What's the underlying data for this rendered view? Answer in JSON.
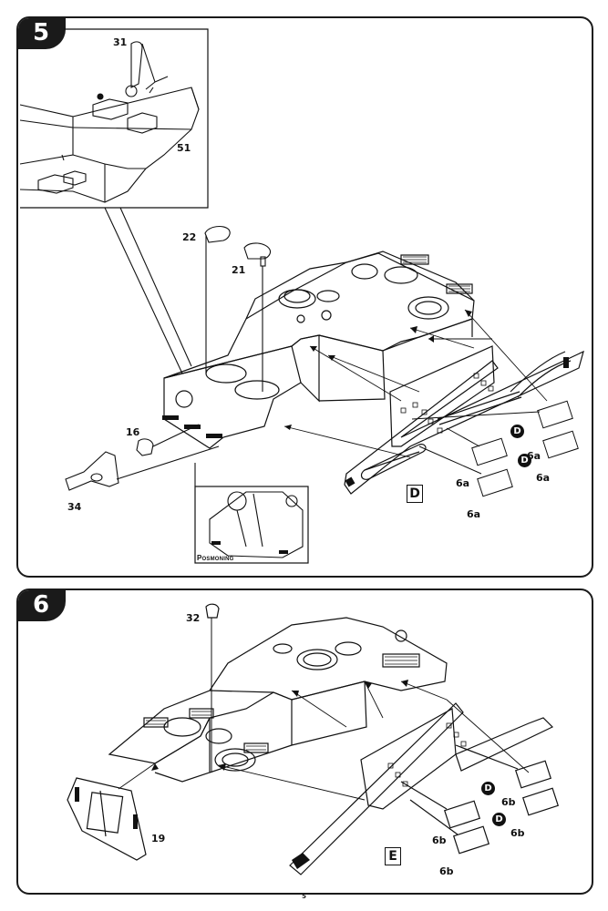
{
  "step5": {
    "number": "5",
    "parts": {
      "p31": "31",
      "p51": "51",
      "p22": "22",
      "p21": "21",
      "p16": "16",
      "p34": "34",
      "p6a_1": "6a",
      "p6a_2": "6a",
      "p6a_3": "6a"
    },
    "decal_marker_1": "D",
    "decal_marker_2": "D",
    "side_label": "D",
    "inset_caption": "Posmoning"
  },
  "step6": {
    "number": "6",
    "parts": {
      "p32": "32",
      "p19": "19",
      "p6b_1": "6b",
      "p6b_2": "6b",
      "p6b_3": "6b"
    },
    "decal_marker_1": "D",
    "decal_marker_2": "D",
    "side_label": "E"
  },
  "page_number": "5"
}
